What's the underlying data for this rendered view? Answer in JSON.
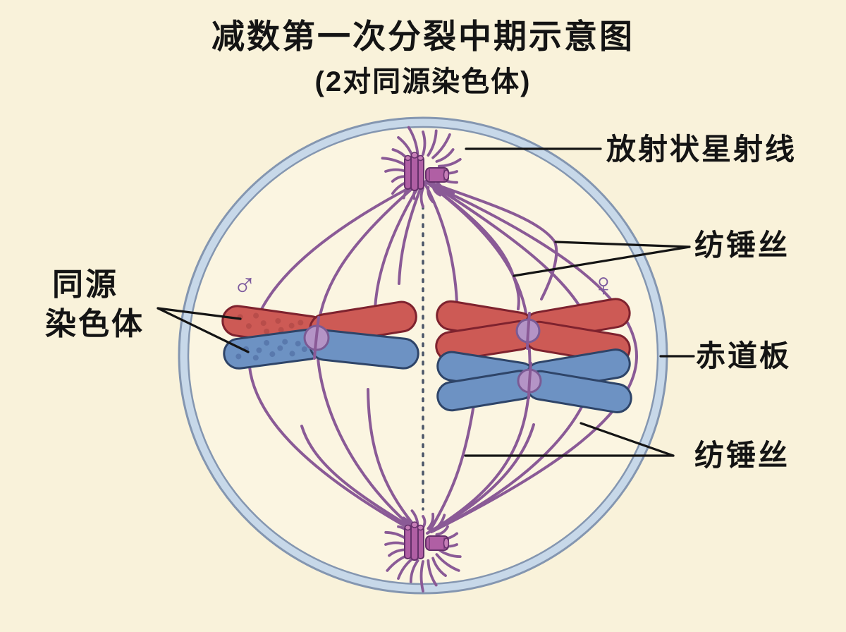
{
  "title": {
    "line1": "减数第一次分裂中期示意图",
    "line2": "(2对同源染色体)"
  },
  "labels": {
    "aster_rays": "放射状星射线",
    "spindle_fiber_top": "纺锤丝",
    "equatorial_plate": "赤道板",
    "spindle_fiber_bottom": "纺锤丝",
    "homologous_line1": "同源",
    "homologous_line2": "染色体",
    "male_symbol": "♂",
    "female_symbol": "♀"
  },
  "palette": {
    "background": "#f9f2da",
    "cytoplasm": "#fbf5e1",
    "membrane_fill": "#c7d8e9",
    "membrane_stroke": "#8496b0",
    "spindle": "#8a5a96",
    "centriole_fill": "#b05fa4",
    "centriole_light": "#c77fb8",
    "centriole_stroke": "#64306a",
    "chromosome_red": "#cd5a55",
    "chromosome_red_stroke": "#7e222e",
    "chromosome_blue": "#6d92c3",
    "chromosome_blue_stroke": "#2e4468",
    "red_dot": "#a4403f",
    "blue_dot": "#49659b",
    "centromere_fill": "#b494c6",
    "centromere_stroke": "#7a5a94",
    "equator_dash": "#4a5568",
    "leader_line": "#141414",
    "label_text": "#141414",
    "symbol_color": "#7d5b9e"
  }
}
